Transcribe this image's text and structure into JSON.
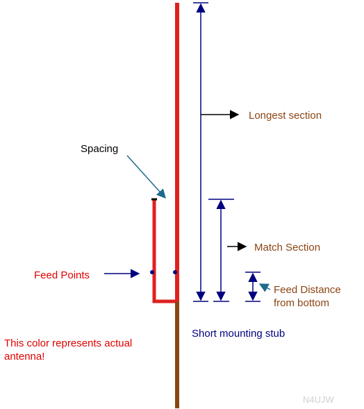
{
  "labels": {
    "longest_section": "Longest section",
    "spacing": "Spacing",
    "match_section": "Match Section",
    "feed_points": "Feed Points",
    "feed_distance_line1": "Feed Distance",
    "feed_distance_line2": "from bottom",
    "short_mounting_stub": "Short mounting stub",
    "antenna_color_note_line1": "This color represents actual",
    "antenna_color_note_line2": "antenna!",
    "watermark": "N4UJW"
  },
  "colors": {
    "antenna": "#E02020",
    "stub": "#8B4513",
    "dimension_lines": "#000080",
    "spacing_arrow": "#1E6A8A",
    "label_brown": "#8B4513",
    "label_red": "#E00000",
    "label_navy": "#000080",
    "watermark": "#D0D0D0"
  }
}
